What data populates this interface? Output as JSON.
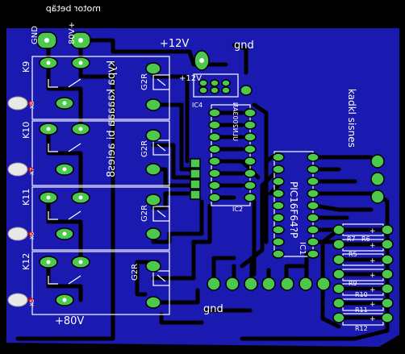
{
  "pcb": {
    "colors": {
      "background": "#000000",
      "copper_pour": "#1a1ab0",
      "trace": "#000000",
      "pad": "#4cc94c",
      "pad_hole": "#ffffff",
      "silkscreen": "#ffffff",
      "red_marker": "#d00000"
    },
    "labels": {
      "top_mirror": "motor betäp",
      "gnd_label": "GND",
      "v80_top": "80V+",
      "v12_left": "+12V",
      "gnd_top": "gnd",
      "v12_small": "+12V",
      "ic4": "IC4",
      "title_mirror": "kypa kaaaaa bi aeies8",
      "uln": "ULN2003AN",
      "ic2": "IC2",
      "pic": "PIC16F64?P",
      "ic1": "IC1",
      "sensors_mirror": "kadkl sisnes",
      "gnd_bottom": "gnd",
      "v80_bottom": "+80V",
      "k9": "K9",
      "k10": "K10",
      "k11": "K11",
      "k12": "K12",
      "g2r_1": "G2R",
      "g2r_2": "G2R",
      "g2r_3": "G2R",
      "g2r_4": "G2R",
      "x8": "X8",
      "x7": "X7",
      "x6": "X6",
      "x5": "X5",
      "r7": "R7",
      "r6": "R6",
      "r5": "R5",
      "r9": "R9",
      "r10": "R10",
      "r11": "R11",
      "r12": "R12",
      "plus": "+"
    }
  }
}
